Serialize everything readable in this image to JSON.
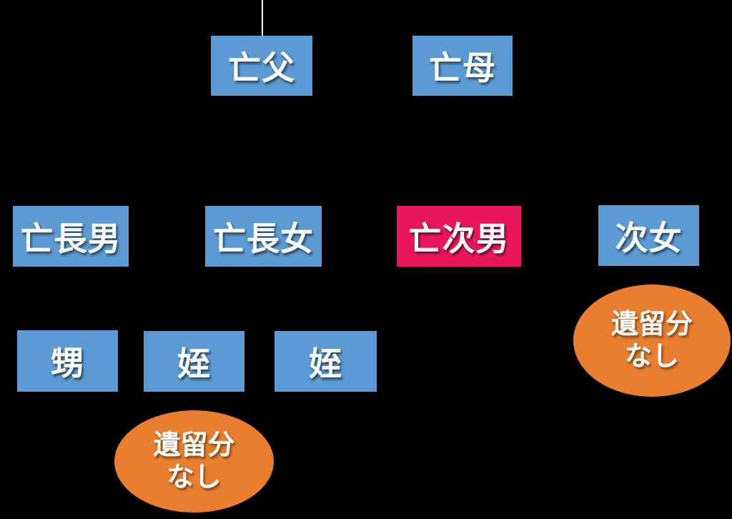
{
  "colors": {
    "background": "#000000",
    "box-blue": "#5b9ad2",
    "box-pink": "#e9165f",
    "ellipse-orange": "#e87e2e",
    "text": "#ffffff",
    "line": "#ffffff"
  },
  "diagram": {
    "nodes": [
      {
        "id": "deceased-father",
        "label": "亡父",
        "style": "blue"
      },
      {
        "id": "deceased-mother",
        "label": "亡母",
        "style": "blue"
      },
      {
        "id": "deceased-eldest-son",
        "label": "亡長男",
        "style": "blue"
      },
      {
        "id": "deceased-eldest-daughter",
        "label": "亡長女",
        "style": "blue"
      },
      {
        "id": "deceased-second-son",
        "label": "亡次男",
        "style": "pink"
      },
      {
        "id": "second-daughter",
        "label": "次女",
        "style": "blue"
      },
      {
        "id": "nephew",
        "label": "甥",
        "style": "blue"
      },
      {
        "id": "niece-1",
        "label": "姪",
        "style": "blue"
      },
      {
        "id": "niece-2",
        "label": "姪",
        "style": "blue"
      }
    ],
    "callouts": [
      {
        "id": "no-reserved-share-right",
        "line1": "遺留分",
        "line2": "なし"
      },
      {
        "id": "no-reserved-share-left",
        "line1": "遺留分",
        "line2": "なし"
      }
    ]
  }
}
